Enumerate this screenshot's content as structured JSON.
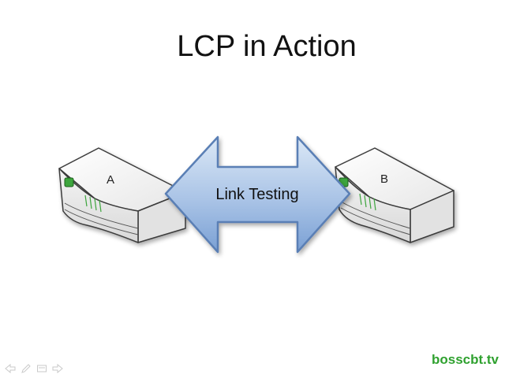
{
  "slide": {
    "title": "LCP in Action",
    "arrow_label": "Link Testing",
    "device_a_label": "A",
    "device_b_label": "B",
    "watermark": "bosscbt.tv"
  },
  "colors": {
    "arrow_fill_top": "#dbe8f6",
    "arrow_fill_bottom": "#7aa0d4",
    "arrow_stroke": "#5a7fb5",
    "device_body": "#f2f2f2",
    "device_edge": "#3a3a3a",
    "led_green": "#3da53d",
    "watermark": "#2fa12f"
  },
  "nav_controls": [
    "previous-icon",
    "pen-icon",
    "slides-icon",
    "next-icon"
  ]
}
